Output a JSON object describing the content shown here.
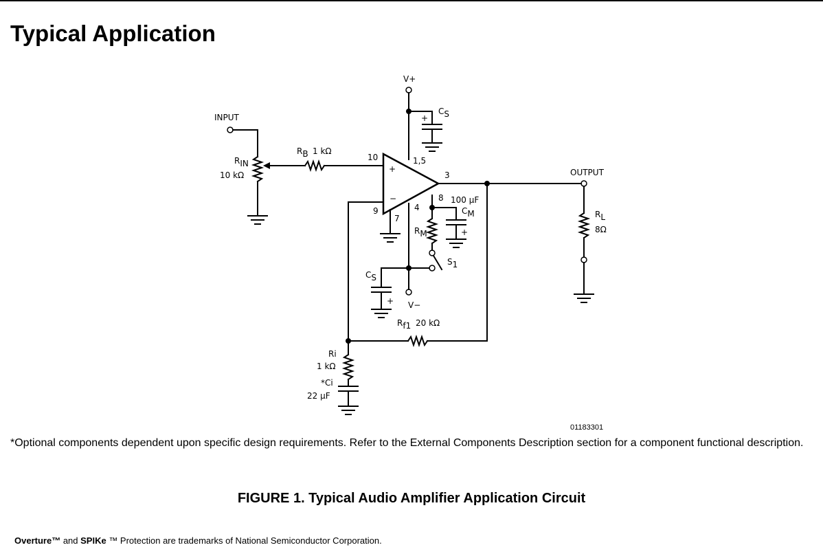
{
  "section_title": "Typical Application",
  "schematic": {
    "supply_pos": "V+",
    "supply_neg": "V−",
    "input_label": "INPUT",
    "output_label": "OUTPUT",
    "r_in": {
      "name": "R",
      "sub": "IN",
      "value": "10 kΩ"
    },
    "r_b": {
      "name": "R",
      "sub": "B",
      "value": "1 kΩ"
    },
    "c_s_top": {
      "name": "C",
      "sub": "S"
    },
    "c_s_bottom": {
      "name": "C",
      "sub": "S"
    },
    "c_m": {
      "name": "C",
      "sub": "M",
      "value": "100 μF"
    },
    "r_m": {
      "name": "R",
      "sub": "M"
    },
    "s_1": {
      "name": "S",
      "sub": "1"
    },
    "r_l": {
      "name": "R",
      "sub": "L",
      "value": "8Ω"
    },
    "r_f1": {
      "name": "R",
      "sub": "f1",
      "value": "20 kΩ"
    },
    "r_i": {
      "name": "Ri",
      "value": "1 kΩ"
    },
    "c_i": {
      "name": "*Ci",
      "value": "22 μF"
    },
    "pins": {
      "p10": "10",
      "p15": "1,5",
      "p3": "3",
      "p8": "8",
      "p4": "4",
      "p9": "9",
      "p7": "7"
    },
    "plus_sign": "+",
    "minus_sign": "−"
  },
  "figure_number": "01183301",
  "footnote": "*Optional components dependent upon specific design requirements. Refer to the External Components Description section for a component functional description.",
  "caption": "FIGURE 1. Typical Audio Amplifier Application Circuit",
  "trademark": {
    "brand1": "Overture™",
    "and_text": " and ",
    "brand2": "SPIKe",
    "rest": " ™ Protection are trademarks of National Semiconductor Corporation."
  }
}
